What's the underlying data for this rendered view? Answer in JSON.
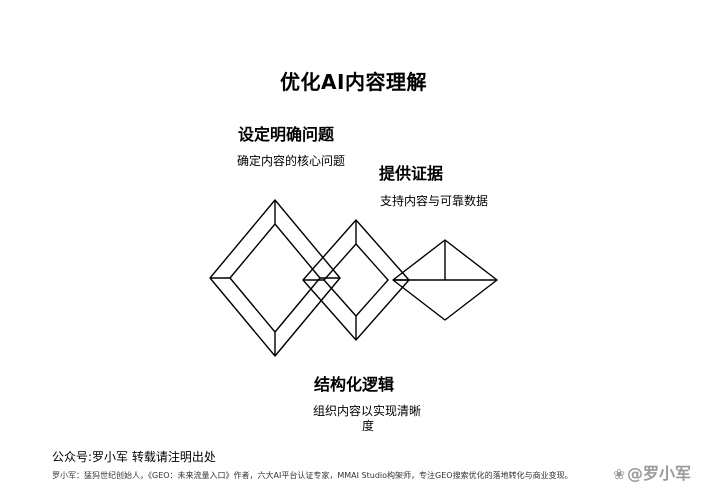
{
  "title": "优化AI内容理解",
  "steps": [
    {
      "heading": "设定明确问题",
      "description": "确定内容的核心问题"
    },
    {
      "heading": "提供证据",
      "description": "支持内容与可靠数据"
    },
    {
      "heading": "结构化逻辑",
      "description_line1": "组织内容以实现清晰",
      "description_line2": "度"
    }
  ],
  "footer": {
    "account": "公众号:罗小军  转载请注明出处",
    "credits": "罗小军：猛犸世纪创始人，《GEO：未来流量入口》作者，六大AI平台认证专家，MMAI Studio构架师，专注GEO搜索优化的落地转化与商业变现。",
    "watermark": "@罗小军"
  }
}
